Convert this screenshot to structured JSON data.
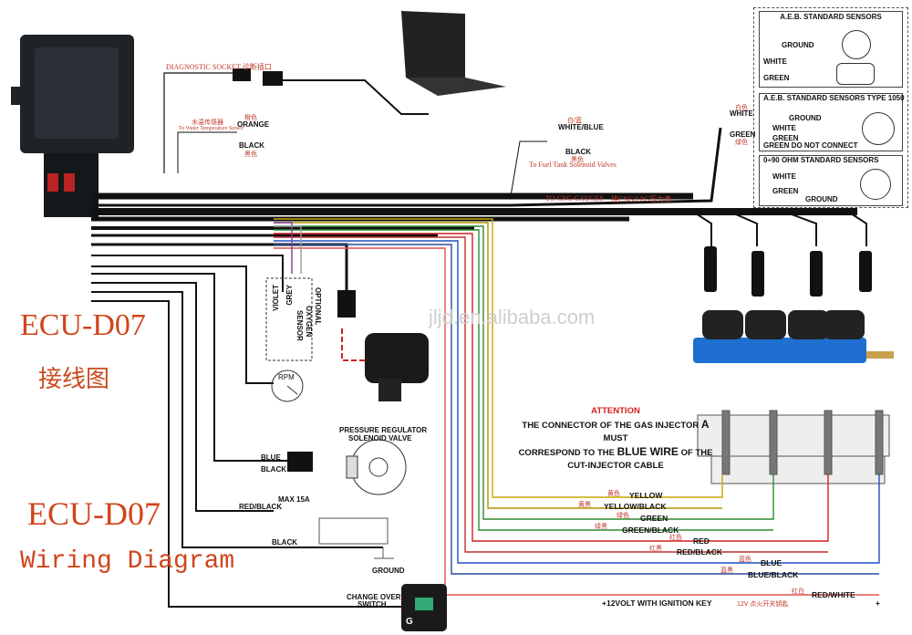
{
  "title": {
    "model_top": "ECU-D07",
    "cn_top": "接线图",
    "model_bottom": "ECU-D07",
    "subtitle": "Wiring Diagram"
  },
  "watermark": "jljd.en.alibaba.com",
  "top_labels": {
    "diag_socket": "DIAGNOSTIC SOCKET 诊断插口",
    "water_temp_cn": "水温传感器",
    "water_temp": "To Water Temperature Sensor",
    "orange_cn": "橙色",
    "orange": "ORANGE",
    "black": "BLACK",
    "black_cn": "黑色",
    "white_blue_cn": "白/蓝",
    "white_blue": "WHITE/BLUE",
    "black2": "BLACK",
    "black2_cn": "黑色",
    "fuel_tank": "To Fuel Tank Solenoid Valves",
    "cng_gauges": "TO CNG GAUGES",
    "cng_gauges_cn": "接CNG/LPG压力表",
    "white_cn": "白色",
    "white": "WHITE",
    "green": "GREEN",
    "green_cn": "绿色"
  },
  "sensors": [
    {
      "title": "A.E.B. STANDARD SENSORS",
      "lines": [
        "GROUND",
        "WHITE",
        "GREEN"
      ]
    },
    {
      "title": "A.E.B. STANDARD SENSORS TYPE 1050",
      "lines": [
        "GROUND",
        "WHITE",
        "GREEN",
        "GREEN DO NOT CONNECT"
      ]
    },
    {
      "title": "0÷90 OHM STANDARD SENSORS",
      "lines": [
        "WHITE",
        "GREEN",
        "GROUND"
      ]
    }
  ],
  "mid_labels": {
    "violet": "VIOLET",
    "grey": "GREY",
    "optional": "OPTIONAL",
    "oxygen": "OXYGEN",
    "sensor": "SENSOR",
    "rpm": "RPM",
    "pressure_reg": "PRESSURE REGULATOR",
    "solenoid": "SOLENOID VALVE",
    "blue": "BLUE",
    "black": "BLACK",
    "red_black": "RED/BLACK",
    "max": "MAX 15A",
    "black3": "BLACK",
    "ground": "GROUND",
    "changeover": "CHANGE OVER",
    "switch": "SWITCH"
  },
  "attention": {
    "head": "ATTENTION",
    "line1a": "THE CONNECTOR OF THE GAS INJECTOR ",
    "line1b": "A",
    "line1c": " MUST",
    "line2a": "CORRESPOND TO THE ",
    "line2b": "BLUE WIRE",
    "line2c": " OF THE",
    "line3": "CUT-INJECTOR CABLE"
  },
  "wires": [
    {
      "cn": "黄色",
      "label": "YELLOW",
      "color": "#c9a800"
    },
    {
      "cn": "黄黑",
      "label": "YELLOW/BLACK",
      "color": "#b39400"
    },
    {
      "cn": "绿色",
      "label": "GREEN",
      "color": "#2e8b2e"
    },
    {
      "cn": "绿黑",
      "label": "GREEN/BLACK",
      "color": "#2e8b2e"
    },
    {
      "cn": "红色",
      "label": "RED",
      "color": "#d42020"
    },
    {
      "cn": "红黑",
      "label": "RED/BLACK",
      "color": "#c23030"
    },
    {
      "cn": "蓝色",
      "label": "BLUE",
      "color": "#2050c0"
    },
    {
      "cn": "蓝黑",
      "label": "BLUE/BLACK",
      "color": "#2a4aa0"
    },
    {
      "cn": "红白",
      "label": "RED/WHITE",
      "color": "#e05050"
    }
  ],
  "ignition": {
    "label": "+12VOLT WITH IGNITION KEY",
    "cn": "12V 点火开关钥匙",
    "plus": "+"
  },
  "switch_letter": "G",
  "colors": {
    "title": "#d0451b",
    "rail": "#1e6fd0",
    "harness": "#111111"
  }
}
